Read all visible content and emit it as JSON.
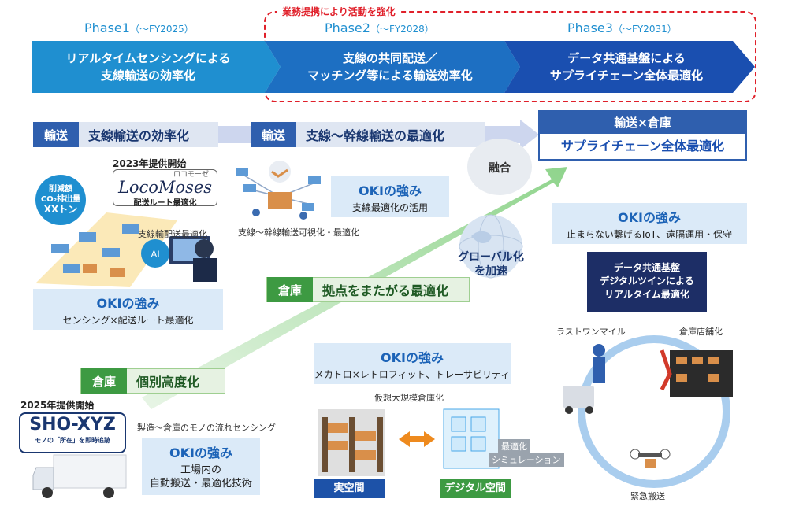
{
  "collab_label": "業務提携により活動を強化",
  "phases": [
    {
      "name": "Phase1",
      "fy": "（～FY2025）",
      "lines": [
        "リアルタイムセンシングによる",
        "支線輸送の効率化"
      ]
    },
    {
      "name": "Phase2",
      "fy": "（～FY2028）",
      "lines": [
        "支線の共同配送／",
        "マッチング等による輸送効率化"
      ]
    },
    {
      "name": "Phase3",
      "fy": "（～FY2031）",
      "lines": [
        "データ共通基盤による",
        "サプライチェーン全体最適化"
      ]
    }
  ],
  "tags": {
    "transport1": {
      "cat": "輸送",
      "text": "支線輸送の効率化"
    },
    "transport2": {
      "cat": "輸送",
      "text": "支線～幹線輸送の最適化"
    },
    "warehouse1": {
      "cat": "倉庫",
      "text": "個別高度化"
    },
    "warehouse2": {
      "cat": "倉庫",
      "text": "拠点をまたがる最適化"
    }
  },
  "goal": {
    "top": "輸送×倉庫",
    "bottom": "サプライチェーン全体最適化"
  },
  "fusion": "融合",
  "global": [
    "グローバル化",
    "を加速"
  ],
  "locomoses": {
    "start": "2023年提供開始",
    "logo": "LocoMoses",
    "ruby": "ロコモーゼ",
    "sub": "配送ルート最適化"
  },
  "co2": [
    "削減額",
    "CO₂排出量",
    "XXトン"
  ],
  "shoxyz": {
    "start": "2025年提供開始",
    "logo": "SHO-XYZ",
    "sub": "モノの「所在」を即時追跡"
  },
  "captions": {
    "branch_delivery": "支線輸配送最適化",
    "trunk_visual": "支線～幹線輸送可視化・最適化",
    "factory_sensing": "製造～倉庫のモノの流れセンシング",
    "virtual_wh": "仮想大規模倉庫化",
    "last_one_mile": "ラストワンマイル",
    "store": "倉庫店舗化",
    "emergency": "緊急搬送"
  },
  "oki_strengths": [
    {
      "title": "OKIの強み",
      "lines": [
        "センシング×配送ルート最適化"
      ]
    },
    {
      "title": "OKIの強み",
      "lines": [
        "支線最適化の活用"
      ]
    },
    {
      "title": "OKIの強み",
      "lines": [
        "止まらない繋げるIoT、遠隔運用・保守"
      ]
    },
    {
      "title": "OKIの強み",
      "lines": [
        "メカトロ×レトロフィット、トレーサビリティ"
      ]
    },
    {
      "title": "OKIの強み",
      "lines": [
        "工場内の",
        "自動搬送・最適化技術"
      ]
    }
  ],
  "data_platform": [
    "データ共通基盤",
    "デジタルツインによる",
    "リアルタイム最適化"
  ],
  "real_space": "実空間",
  "digital_space": "デジタル空間",
  "sim_labels": [
    "最適化",
    "シミュレーション"
  ],
  "colors": {
    "phase1": "#1f8fd0",
    "phase2": "#1d6fc2",
    "phase3": "#1a4fb0",
    "red": "#e0202a",
    "green": "#3d9a42",
    "navy": "#2f5fae"
  }
}
